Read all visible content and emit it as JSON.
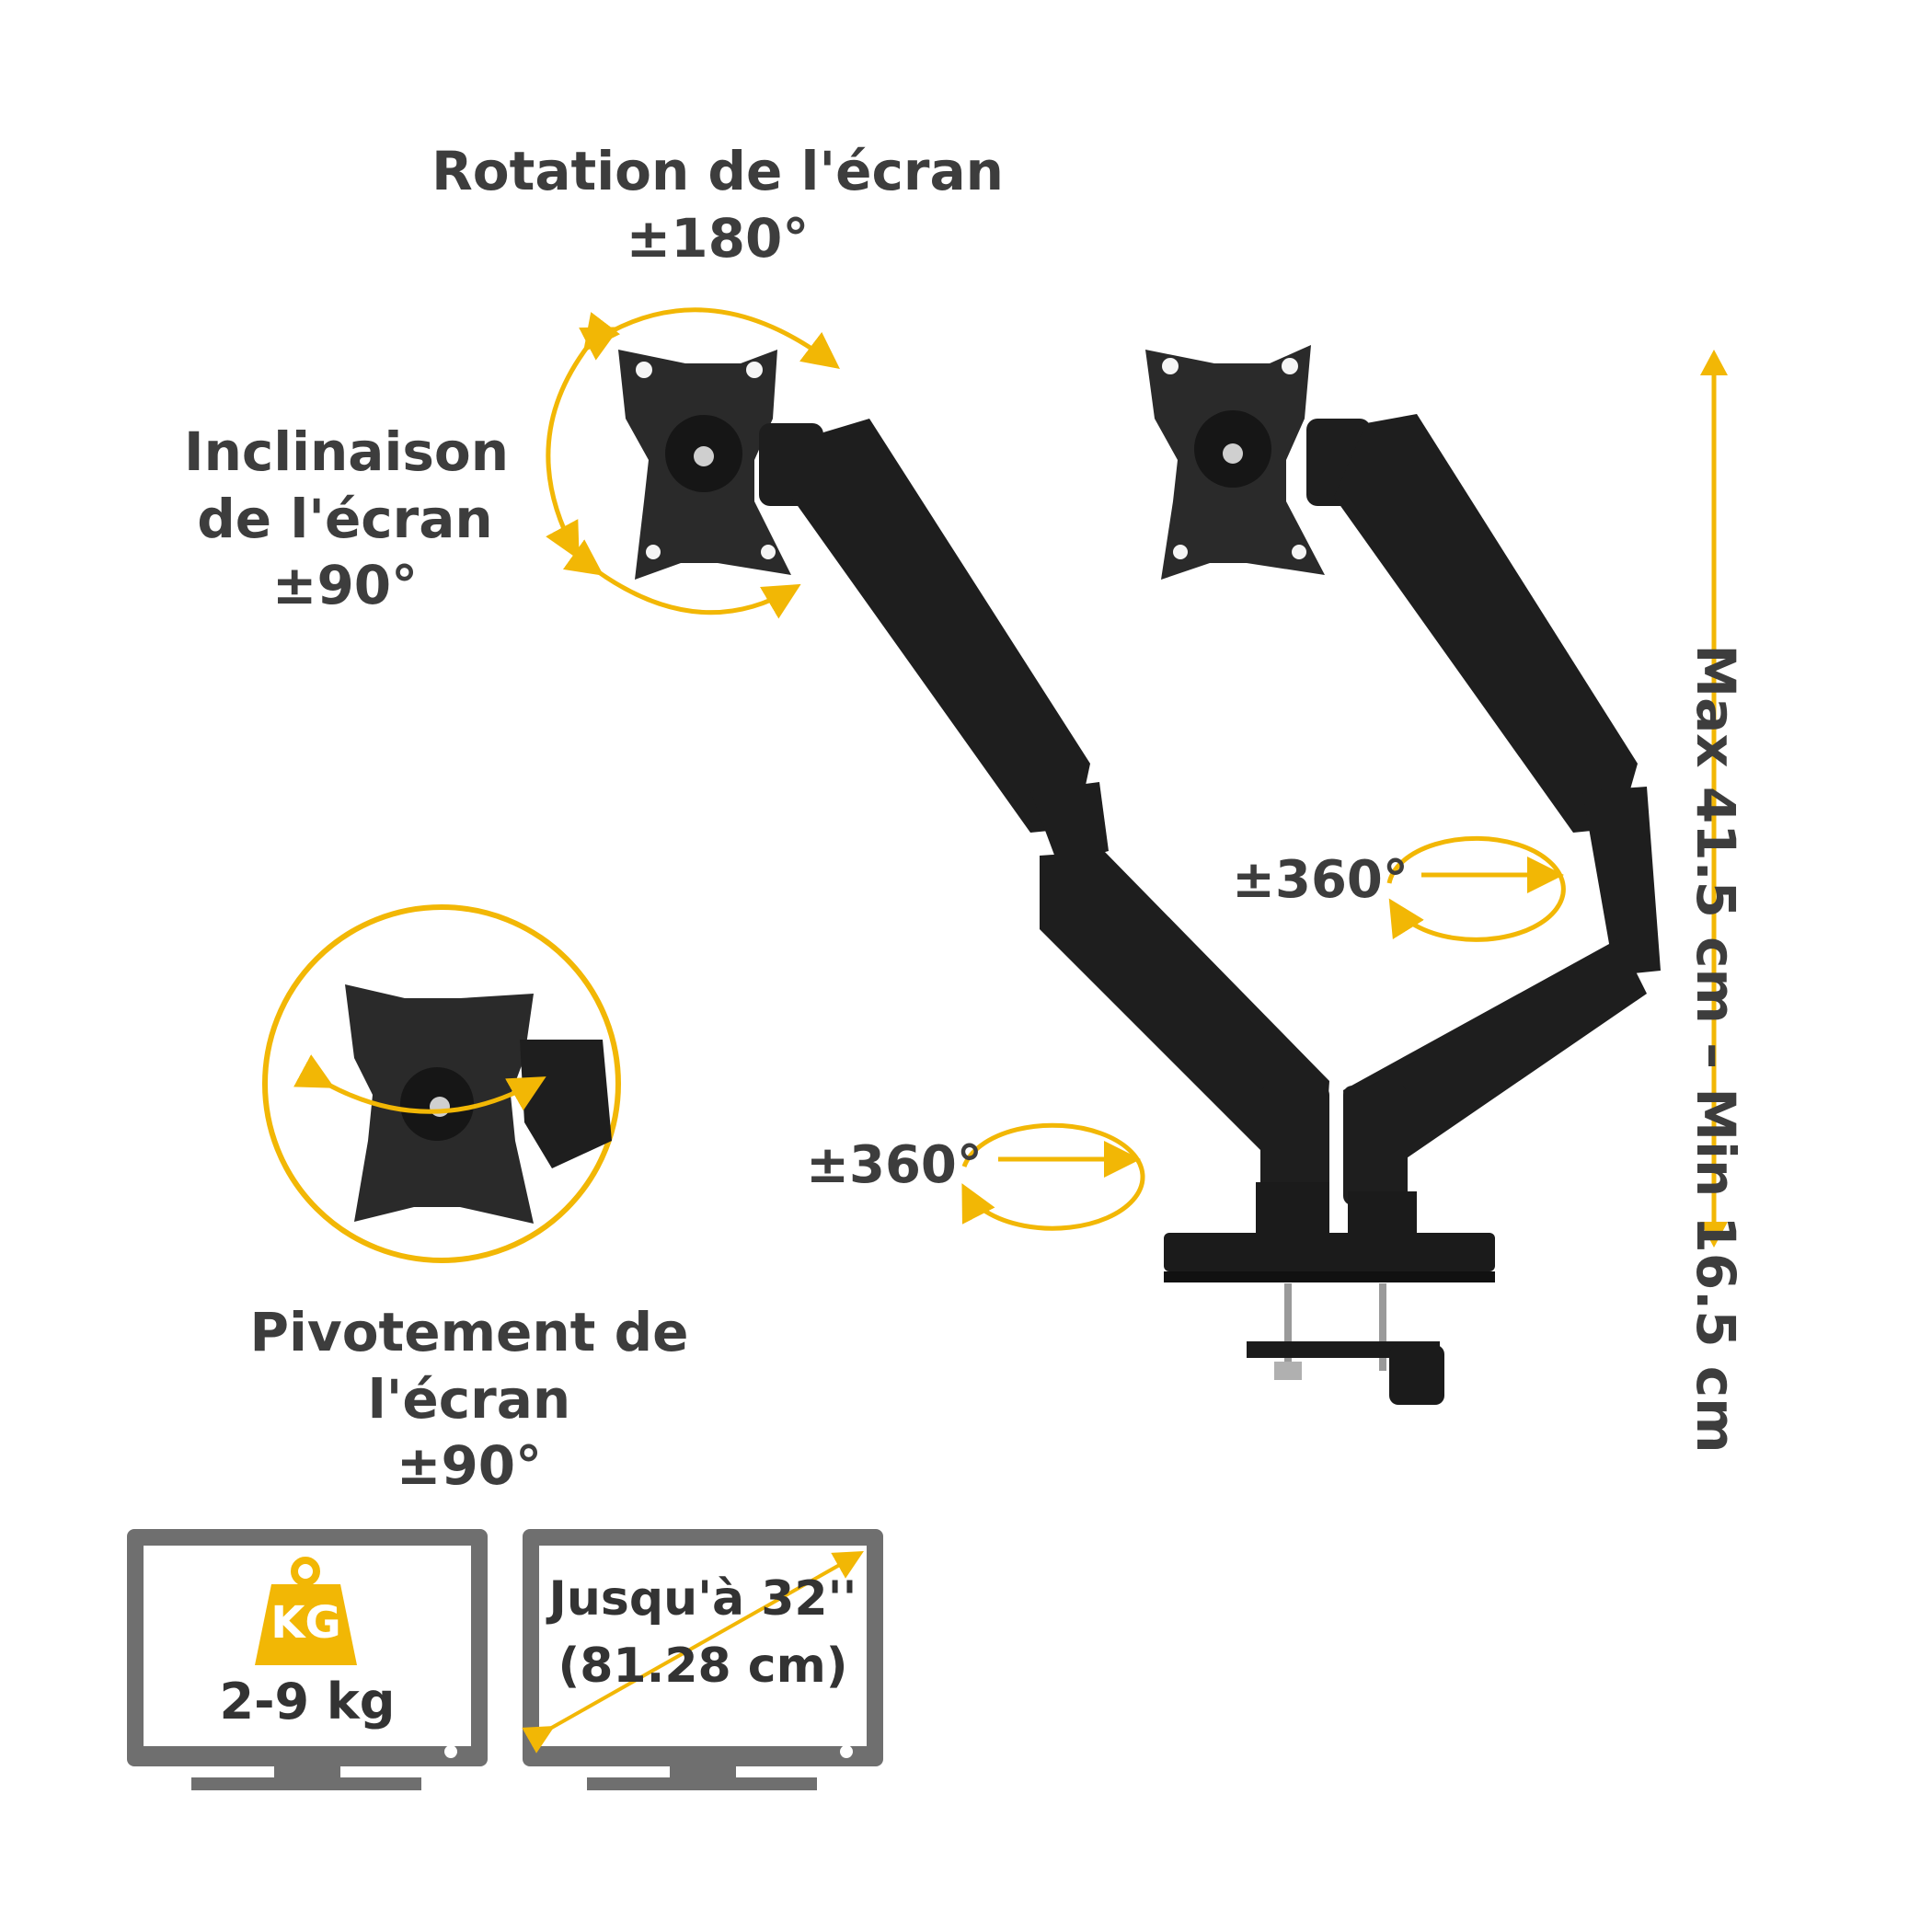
{
  "labels": {
    "rotation": {
      "line1": "Rotation de l'écran",
      "line2": "±180°"
    },
    "tilt": {
      "line1": "Inclinaison",
      "line2": "de l'écran",
      "line3": "±90°"
    },
    "swivel": {
      "line1": "Pivotement de l'écran",
      "line2": "±90°"
    },
    "height_range": "Max 41.5 cm –  Min 16.5 cm",
    "arm_joint_upper": "±360°",
    "arm_joint_lower": "±360°"
  },
  "specs": {
    "weight": {
      "badge": "KG",
      "value": "2-9 kg"
    },
    "screen_size": {
      "line1": "Jusqu'à 32''",
      "line2": "(81.28 cm)"
    }
  },
  "colors": {
    "accent": "#f2b705",
    "arm": "#1e1e1e",
    "monitor_icon": "#6f6f6f",
    "text": "#3d3d3d"
  }
}
